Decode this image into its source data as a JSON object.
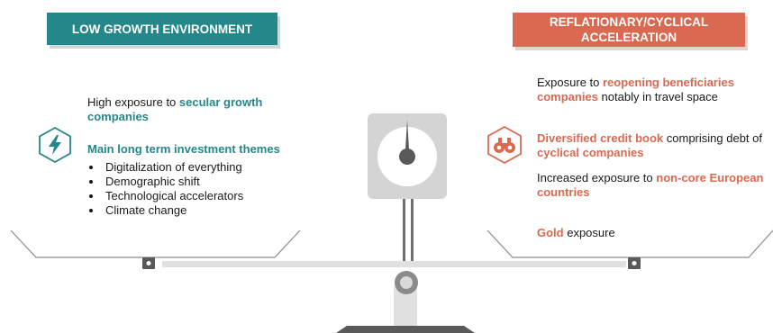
{
  "left_panel": {
    "banner": "LOW GROWTH ENVIRONMENT",
    "exposure_prefix": "High exposure to ",
    "exposure_highlight": "secular growth companies",
    "themes_title": "Main long term investment themes",
    "themes": [
      "Digitalization of everything",
      "Demographic shift",
      "Technological accelerators",
      "Climate change"
    ],
    "icon": "lightning-bolt-icon"
  },
  "right_panel": {
    "banner_line1": "REFLATIONARY/CYCLICAL",
    "banner_line2": "ACCELERATION",
    "item1_prefix": "Exposure to ",
    "item1_highlight": "reopening beneficiaries companies",
    "item1_suffix": " notably in travel space",
    "item2_highlight": "Diversified credit book",
    "item2_mid": " comprising debt of ",
    "item2_highlight2": "cyclical companies",
    "item3_prefix": "Increased exposure to ",
    "item3_highlight": "non-core European countries",
    "item4_highlight": "Gold",
    "item4_suffix": " exposure",
    "icon": "binoculars-icon"
  },
  "colors": {
    "teal": "#24878a",
    "orange": "#d96951",
    "scale_gray": "#b5b5b5",
    "dark_gray": "#595959"
  }
}
